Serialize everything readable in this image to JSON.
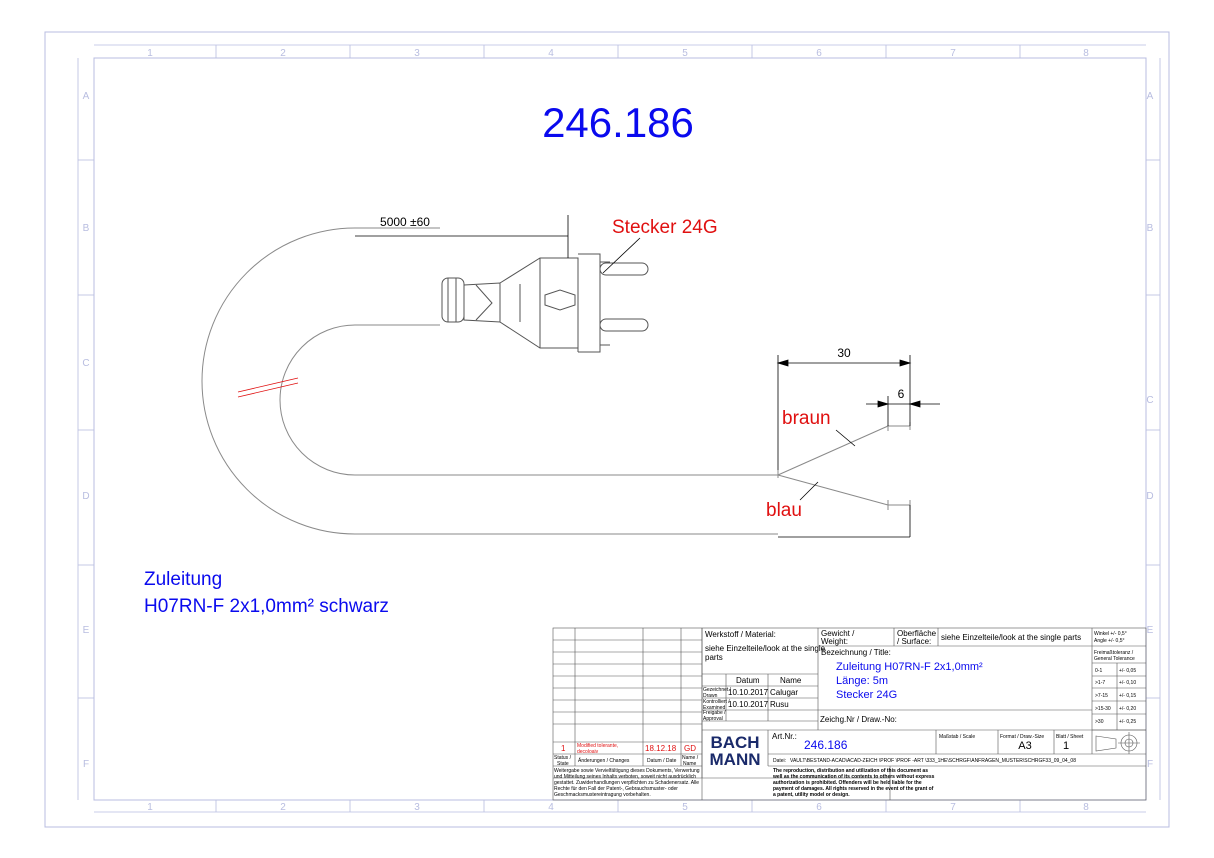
{
  "colors": {
    "frame": "#b8bde0",
    "blue_text": "#0a0aee",
    "red_text": "#e01010",
    "line": "#8a8a8a",
    "dim": "#000000"
  },
  "grid": {
    "columns": [
      "1",
      "2",
      "3",
      "4",
      "5",
      "6",
      "7",
      "8"
    ],
    "rows": [
      "A",
      "B",
      "C",
      "D",
      "E",
      "F"
    ]
  },
  "drawing": {
    "part_number": "246.186",
    "dim_length": "5000 ±60",
    "dim_30": "30",
    "dim_6": "6",
    "label_plug": "Stecker 24G",
    "label_brown": "braun",
    "label_blue": "blau",
    "cable_title_1": "Zuleitung",
    "cable_title_2": "H07RN-F 2x1,0mm²  schwarz"
  },
  "title_block": {
    "material_label": "Werkstoff / Material:",
    "material_value": "siehe Einzelteile/look at the single parts",
    "weight_label_1": "Gewicht /",
    "weight_label_2": "Weight:",
    "surface_label_1": "Oberfläche",
    "surface_label_2": "/ Surface:",
    "surface_value": "siehe Einzelteile/look at the single parts",
    "tol_angle_1": "Winkel +/- 0,5°",
    "tol_angle_2": "Angle +/- 0,5°",
    "tol_header_1": "Freimaßtoleranz /",
    "tol_header_2": "General Tolerance",
    "tolerances": [
      {
        "range": "0-1",
        "value": "+/- 0,05"
      },
      {
        "range": ">1-7",
        "value": "+/- 0,10"
      },
      {
        "range": ">7-15",
        "value": "+/- 0,15"
      },
      {
        "range": ">15-30",
        "value": "+/- 0,20"
      },
      {
        "range": ">30",
        "value": "+/- 0,25"
      }
    ],
    "designation_label": "Bezeichnung / Title:",
    "designation_1": "Zuleitung H07RN-F 2x1,0mm²",
    "designation_2": "Länge: 5m",
    "designation_3": "Stecker 24G",
    "date_header": "Datum",
    "name_header": "Name",
    "drawn_label_1": "Gezeichnet /",
    "drawn_label_2": "Drawn",
    "drawn_date": "10.10.2017",
    "drawn_name": "Calugar",
    "checked_label_1": "Kontrolliert /",
    "checked_label_2": "Examined",
    "checked_date": "10.10.2017",
    "checked_name": "Rusu",
    "approved_label_1": "Freigabe /",
    "approved_label_2": "Approval",
    "drawing_no_label": "Zeichg.Nr / Draw.-No:",
    "art_label": "Art.Nr.:",
    "art_value": "246.186",
    "scale_label": "Maßstab / Scale",
    "format_label": "Format / Draw.-Size",
    "format_value": "A3",
    "sheet_label": "Blatt / Sheet",
    "sheet_value": "1",
    "logo_1": "BACH",
    "logo_2": "MANN",
    "revision_index": "1",
    "revision_text_1": "Modified tolerante,",
    "revision_text_2": "decoloaiv",
    "revision_date": "18.12.18",
    "revision_name": "GD",
    "status_label_1": "Status /",
    "status_label_2": "State",
    "changes_label": "Änderungen / Changes",
    "date_name_label": "Datum / Date",
    "name_label_1": "Name /",
    "name_label_2": "Name",
    "file_label": "Datei:",
    "file_path": "VAULT\\BESTAND-ACAD\\ACAD-ZEICH \\PROF \\PROF -ART \\333_1HE\\SCHRGF\\ANFRAGEN_MUSTER\\SCHRGF33_09_04_08",
    "notice_de": [
      "Weitergabe sowie Vervielfältigung dieses Dokuments, Verwertung",
      "und Mitteilung seines Inhalts verboten, soweit nicht ausdrücklich",
      "gestattet. Zuwiderhandlungen verpflichten zu Schadenersatz. Alle",
      "Rechte für den Fall der Patent-, Gebrauchsmuster- oder",
      "Geschmacksmustereintragung vorbehalten."
    ],
    "notice_en": [
      "The reproduction, distribution and utilization of this document as",
      "well as the communication of its contents to others without express",
      "authorization is prohibited. Offenders will be held liable for the",
      "payment of damages. All rights reserved in the event of the grant of",
      "a patent, utility model or design."
    ]
  }
}
